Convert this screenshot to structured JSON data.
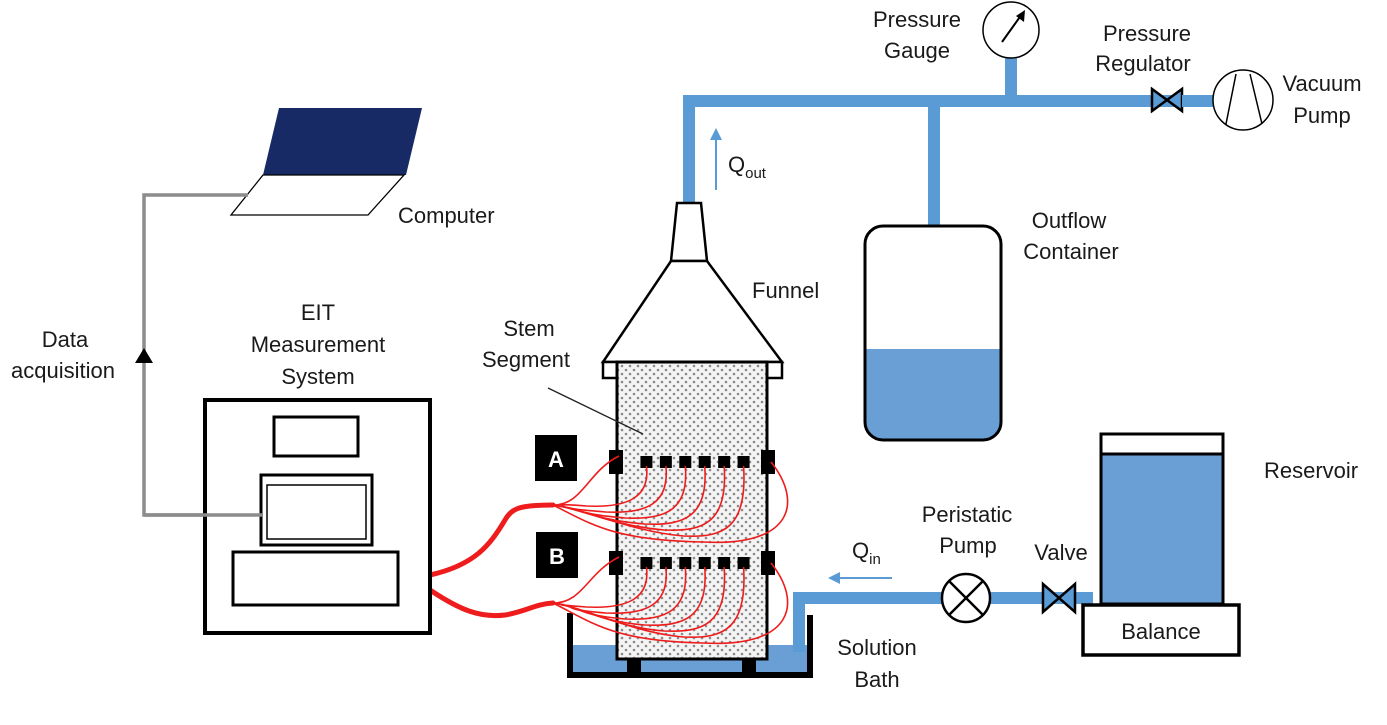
{
  "diagram": {
    "type": "experimental setup schematic",
    "colors": {
      "pipe": "#5b9bd5",
      "liquid": "#6a9fd6",
      "wire": "#ee1c1c",
      "cable": "#8c8c8c",
      "screen": "#172a66",
      "outline": "#000000"
    },
    "labels": {
      "computer": "Computer",
      "data_acq_line1": "Data",
      "data_acq_line2": "acquisition",
      "eit_line1": "EIT",
      "eit_line2": "Measurement",
      "eit_line3": "System",
      "stem_line1": "Stem",
      "stem_line2": "Segment",
      "funnel": "Funnel",
      "q_out_main": "Q",
      "q_out_sub": "out",
      "gauge_line1": "Pressure",
      "gauge_line2": "Gauge",
      "regulator_line1": "Pressure",
      "regulator_line2": "Regulator",
      "vacuum_line1": "Vacuum",
      "vacuum_line2": "Pump",
      "outflow_line1": "Outflow",
      "outflow_line2": "Container",
      "reservoir": "Reservoir",
      "balance": "Balance",
      "peristaltic_line1": "Peristatic",
      "peristaltic_line2": "Pump",
      "valve": "Valve",
      "q_in_main": "Q",
      "q_in_sub": "in",
      "bath_line1": "Solution",
      "bath_line2": "Bath",
      "electrode_ring_a": "A",
      "electrode_ring_b": "B"
    },
    "electrodes_per_ring": 8
  }
}
